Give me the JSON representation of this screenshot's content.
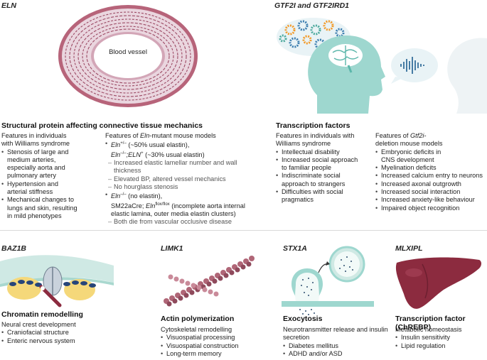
{
  "eln": {
    "gene": "ELN",
    "vessel_label": "Blood vessel",
    "heading": "Structural protein affecting connective tissue mechanics",
    "left": {
      "title": "Features in individuals with Williams syndrome",
      "items": [
        "Stenosis of large and medium arteries, especially aorta and pulmonary artery",
        "Hypertension and arterial stiffness",
        "Mechanical changes to lungs and skin, resulting in mild phenotypes"
      ]
    },
    "right": {
      "title_pre": "Features of ",
      "title_gene": "Eln",
      "title_post": "-mutant mouse models",
      "m1a_gene": "Eln",
      "m1a_sup": "+/–",
      "m1a_rest": " (~50% usual elastin),",
      "m1b_gene": "Eln",
      "m1b_sup": "–/–",
      "m1b_mid": ";ELN",
      "m1b_sup2": "+",
      "m1b_rest": " (~30% usual elastin)",
      "m1_subs": [
        "Increased elastic lamellar number and wall thickness",
        "Elevated BP, altered vessel mechanics",
        "No hourglass stenosis"
      ],
      "m2a_gene": "Eln",
      "m2a_sup": "–/–",
      "m2a_rest": " (no elastin),",
      "m2b_pre": "SM22aCre; ",
      "m2b_gene": "Eln",
      "m2b_sup": "flox/flox",
      "m2b_rest": " (incomplete aorta internal elastic lamina, outer media elastin clusters)",
      "m2_subs": [
        "Both die from vascular occlusive disease"
      ]
    }
  },
  "gtf": {
    "gene": "GTF2I and GTF2IRD1",
    "heading": "Transcription factors",
    "left": {
      "title": "Features in individuals with Williams syndrome",
      "items": [
        "Intellectual disability",
        "Increased social approach to familiar people",
        "Indiscriminate social approach to strangers",
        "Difficulties with social pragmatics"
      ]
    },
    "right": {
      "title_pre": "Features of ",
      "title_gene": "Gtf2i",
      "title_post": "-deletion mouse models",
      "items": [
        "Embryonic deficits in CNS development",
        "Myelination deficits",
        "Increased calcium entry to neurons",
        "Increased axonal outgrowth",
        "Increased social interaction",
        "Increased anxiety-like behaviour",
        "Impaired object recognition"
      ]
    }
  },
  "baz": {
    "gene": "BAZ1B",
    "heading": "Chromatin remodelling",
    "sub": "Neural crest development",
    "items": [
      "Craniofacial structure",
      "Enteric nervous system"
    ]
  },
  "limk": {
    "gene": "LIMK1",
    "heading": "Actin polymerization",
    "sub": "Cytoskeletal remodelling",
    "items": [
      "Visuospatial processing",
      "Visuospatial construction",
      "Long-term memory"
    ]
  },
  "stx": {
    "gene": "STX1A",
    "heading": "Exocytosis",
    "sub": "Neurotransmitter release and insulin secretion",
    "items": [
      "Diabetes mellitus",
      "ADHD and/or ASD"
    ]
  },
  "mlx": {
    "gene": "MLXIPL",
    "heading": "Transcription factor (ChREBP)",
    "sub": "Metabolic homeostasis",
    "items": [
      "Insulin sensitivity",
      "Lipid regulation"
    ]
  },
  "colors": {
    "vessel_wall": "#b7647a",
    "vessel_fill": "#ead6df",
    "teal": "#9ed7cf",
    "teal_dark": "#5bb6aa",
    "actin": "#b06677",
    "liver": "#8c2b3f",
    "bubble": "#e9f3f6",
    "gear_orange": "#f39a28",
    "gear_blue": "#3d7fb0",
    "gear_teal": "#4eaa9e"
  },
  "icons": [
    "blood-vessel",
    "gear-cluster",
    "head-with-brain",
    "sound-wave",
    "chromatin",
    "actin-filament",
    "vesicle",
    "liver"
  ]
}
